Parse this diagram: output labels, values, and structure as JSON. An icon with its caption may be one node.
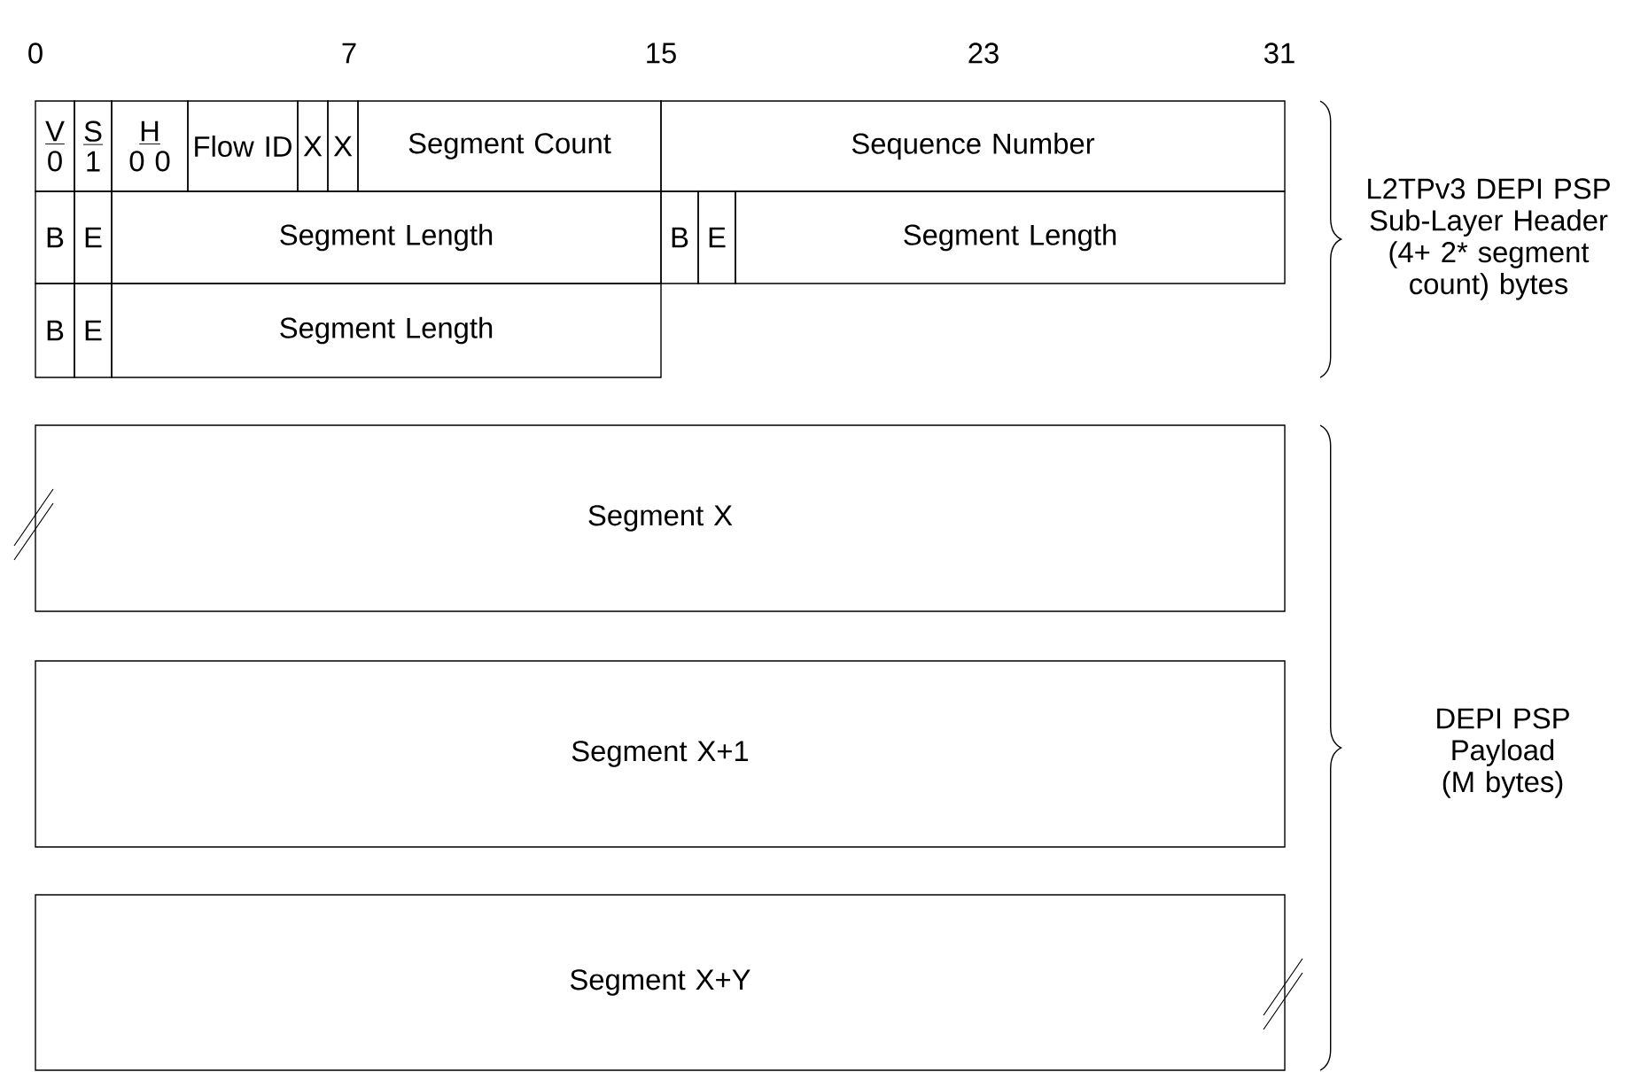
{
  "diagram": {
    "nodes": [
      {
        "text": [
          "V",
          "0"
        ]
      },
      {
        "text": [
          "S",
          "1"
        ]
      },
      {
        "text": [
          "H",
          "0 0"
        ]
      },
      {
        "text": [
          "Flow ID"
        ]
      },
      {
        "text": [
          "X"
        ]
      },
      {
        "text": [
          "X"
        ]
      },
      {
        "text": [
          "Segment Count"
        ]
      },
      {
        "text": [
          "Sequence Number"
        ]
      },
      {
        "text": [
          "B"
        ]
      },
      {
        "text": [
          "E"
        ]
      },
      {
        "text": [
          "Segment Length"
        ]
      },
      {
        "text": [
          "B"
        ]
      },
      {
        "text": [
          "E"
        ]
      },
      {
        "text": [
          "Segment Length"
        ]
      },
      {
        "text": [
          "B"
        ]
      },
      {
        "text": [
          "E"
        ]
      },
      {
        "text": [
          "Segment Length"
        ]
      },
      {
        "text": [
          "Segment X"
        ]
      },
      {
        "text": [
          "Segment X+1"
        ]
      },
      {
        "text": [
          "Segment X+Y"
        ]
      }
    ],
    "labels": [
      "0",
      "7",
      "15",
      "23",
      "31",
      "L2TPv3 DEPI PSP Sub-Layer Header (4+ 2* segment count) bytes",
      "DEPI PSP Payload (M bytes)"
    ]
  }
}
